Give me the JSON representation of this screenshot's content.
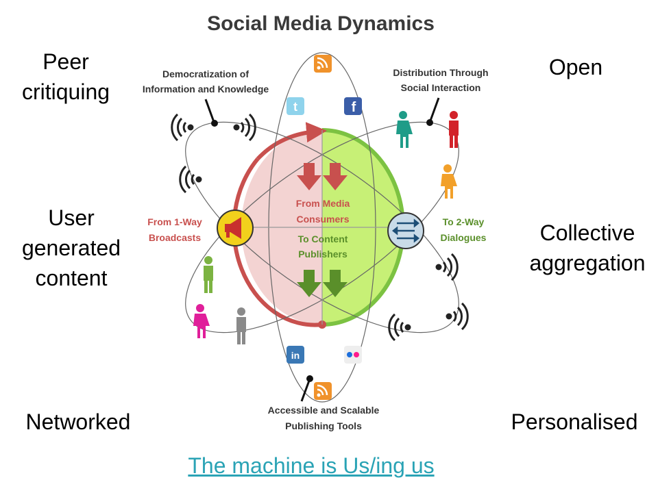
{
  "side_labels": {
    "peer_critiquing": "Peer critiquing",
    "open": "Open",
    "user_generated": "User generated content",
    "collective": "Collective aggregation",
    "networked": "Networked",
    "personalised": "Personalised"
  },
  "diagram": {
    "title": "Social Media Dynamics",
    "democratization_line1": "Democratization of",
    "democratization_line2": "Information and Knowledge",
    "distribution_line1": "Distribution Through",
    "distribution_line2": "Social Interaction",
    "from_one_way_line1": "From 1-Way",
    "from_one_way_line2": "Broadcasts",
    "to_two_way_line1": "To 2-Way",
    "to_two_way_line2": "Dialogues",
    "from_media_line1": "From Media",
    "from_media_line2": "Consumers",
    "to_content_line1": "To Content",
    "to_content_line2": "Publishers",
    "publishing_line1": "Accessible and Scalable",
    "publishing_line2": "Publishing Tools",
    "icons": [
      "rss-icon",
      "twitter-icon",
      "facebook-icon",
      "linkedin-icon",
      "flickr-icon",
      "rss-icon"
    ]
  },
  "link_text": "The machine is Us/ing us",
  "colors": {
    "red": "#c8504e",
    "light_red": "#f3d3d2",
    "green": "#7cc242",
    "light_green": "#c7f076",
    "dark_green": "#5a8f2a",
    "teal": "#2aa3b5"
  }
}
